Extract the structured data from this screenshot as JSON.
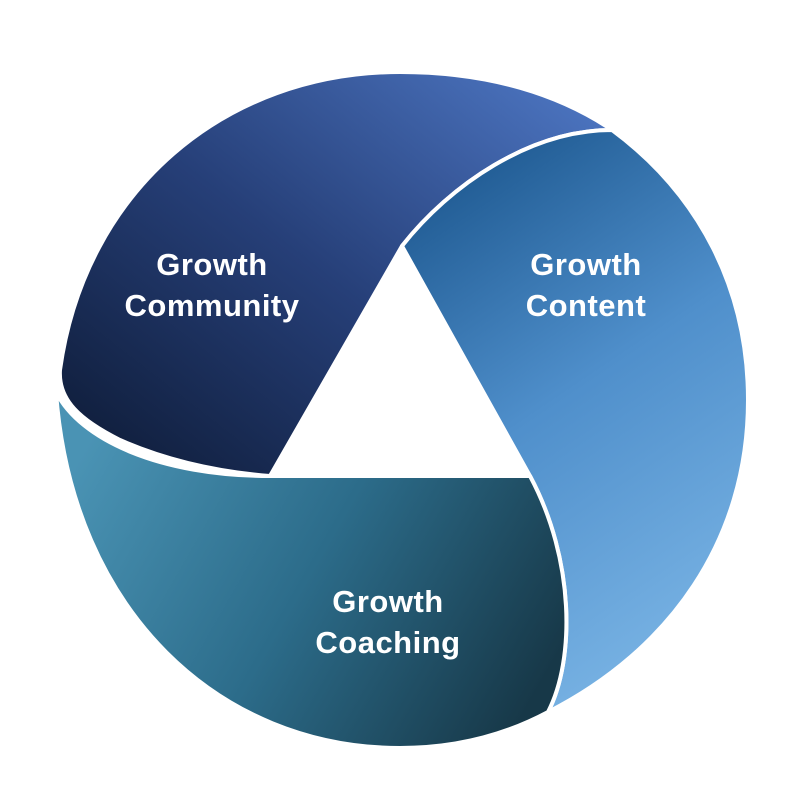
{
  "diagram": {
    "segments": [
      {
        "id": "community",
        "line1": "Growth",
        "line2": "Community",
        "gradient": [
          "#0f1d3a",
          "#263f78",
          "#4a72bd"
        ]
      },
      {
        "id": "content",
        "line1": "Growth",
        "line2": "Content",
        "gradient": [
          "#1f5a92",
          "#4f8fcb",
          "#7cb6e6"
        ]
      },
      {
        "id": "coaching",
        "line1": "Growth",
        "line2": "Coaching",
        "gradient": [
          "#4a93b4",
          "#2c6c8a",
          "#173848"
        ]
      }
    ]
  }
}
